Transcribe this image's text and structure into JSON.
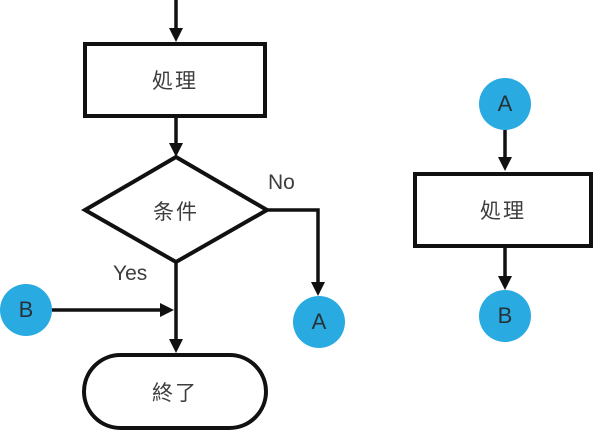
{
  "diagram": {
    "title": "flowchart-with-connectors",
    "colors": {
      "line": "#111111",
      "shape_border": "#111111",
      "shape_fill": "#ffffff",
      "connector_fill": "#29abe2",
      "text": "#3d3d3d",
      "connector_text": "#263238"
    },
    "left_flowchart": {
      "process_label": "処理",
      "decision_label": "条件",
      "end_label": "終了",
      "no_label": "No",
      "yes_label": "Yes",
      "connector_a_label": "A",
      "connector_b_label": "B"
    },
    "right_flowchart": {
      "start_connector_label": "A",
      "process_label": "処理",
      "end_connector_label": "B"
    }
  }
}
